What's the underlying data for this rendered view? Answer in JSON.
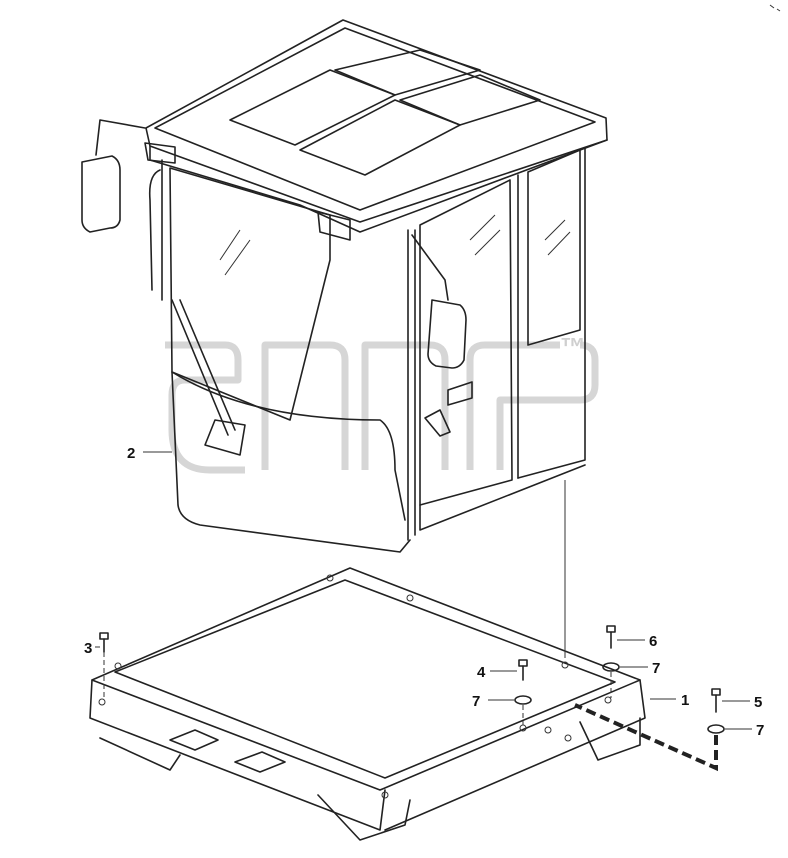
{
  "trademark": "™",
  "callouts": [
    {
      "id": "1",
      "label": "1"
    },
    {
      "id": "2",
      "label": "2"
    },
    {
      "id": "3",
      "label": "3"
    },
    {
      "id": "4",
      "label": "4"
    },
    {
      "id": "5",
      "label": "5"
    },
    {
      "id": "6",
      "label": "6"
    },
    {
      "id": "7a",
      "label": "7"
    },
    {
      "id": "7b",
      "label": "7"
    },
    {
      "id": "7c",
      "label": "7"
    }
  ]
}
